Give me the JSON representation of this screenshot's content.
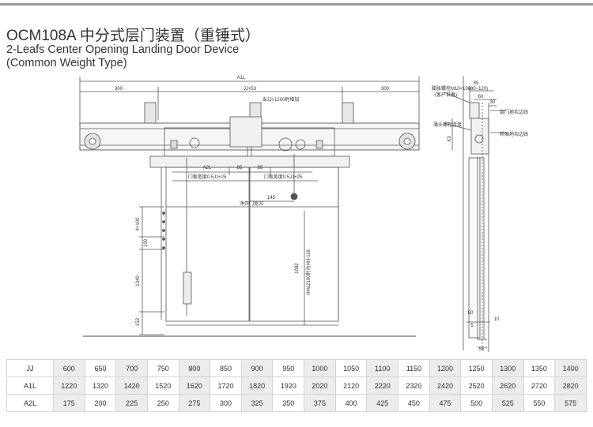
{
  "header": {
    "title": "OCM108A 中分式层门装置（重锤式）",
    "subtitle_line1": "2-Leafs Center Opening Landing Door Device",
    "subtitle_line2": "(Common Weight Type)"
  },
  "drawing": {
    "dim_a1l": "A1L",
    "dim_jj53": "JJ+53",
    "dim_300": "300",
    "dim_a2l": "A2L",
    "dim_85": "85",
    "note_track": "当JJ>1200时增加",
    "note_door_width": "门板宽度0.5JJ+25",
    "dim_145": "145",
    "note_clear": "净开门宽JJ",
    "dim_4x100": "4×100",
    "dim_100": "100",
    "dim_1340": "1340",
    "dim_152": "152",
    "dim_1082": "1082",
    "note_hh": "HH≤2100时为HH-118",
    "side_85": "85",
    "side_range": "(80~120)",
    "side_60": "60",
    "side_30": "30",
    "note_bolt": "膨胀螺栓M10×100",
    "note_bolt2": "(客户自备)",
    "note_line1": "层门地坎边线",
    "note_line2": "轿厢地坎边线",
    "note_weld": "薄头螺栓连接",
    "dim_k3": "K3",
    "dim_50": "50",
    "dim_5": "5",
    "dim_10": "10",
    "dim_55": "55"
  },
  "spec_table": {
    "rows": [
      {
        "label": "JJ",
        "values": [
          "600",
          "650",
          "700",
          "750",
          "800",
          "850",
          "900",
          "950",
          "1000",
          "1050",
          "1100",
          "1150",
          "1200",
          "1250",
          "1300",
          "1350",
          "1400"
        ]
      },
      {
        "label": "A1L",
        "values": [
          "1220",
          "1320",
          "1420",
          "1520",
          "1620",
          "1720",
          "1820",
          "1920",
          "2020",
          "2120",
          "2220",
          "2320",
          "2420",
          "2520",
          "2620",
          "2720",
          "2820"
        ]
      },
      {
        "label": "A2L",
        "values": [
          "175",
          "200",
          "225",
          "250",
          "275",
          "300",
          "325",
          "350",
          "375",
          "400",
          "425",
          "450",
          "475",
          "500",
          "525",
          "550",
          "575"
        ]
      }
    ]
  },
  "colors": {
    "line": "#444444",
    "frame": "#9a9a9a",
    "table_stripe": "#ececec"
  }
}
